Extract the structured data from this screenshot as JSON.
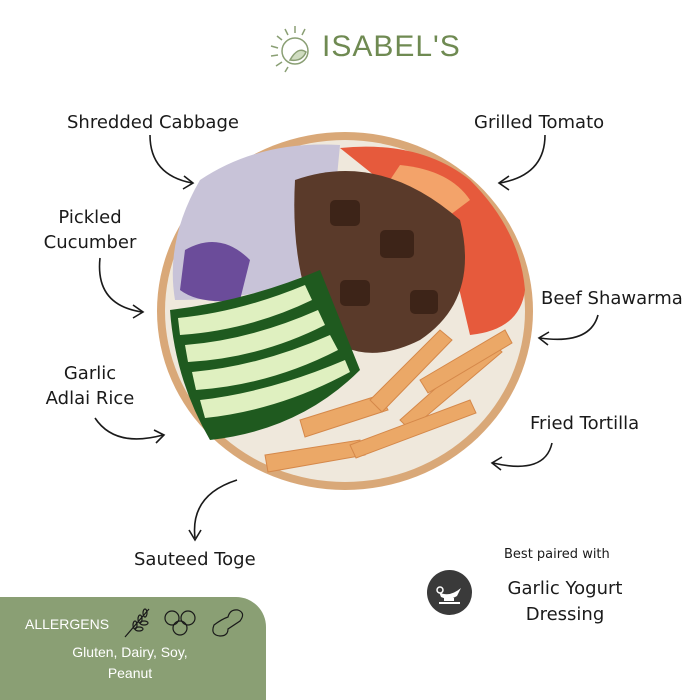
{
  "brand": {
    "name": "ISABEL'S",
    "color": "#6f8a52"
  },
  "ingredients": [
    {
      "label": "Shredded Cabbage"
    },
    {
      "label": "Grilled Tomato"
    },
    {
      "label": "Pickled Cucumber"
    },
    {
      "label": "Beef Shawarma"
    },
    {
      "label": "Garlic Adlai Rice"
    },
    {
      "label": "Fried Tortilla"
    },
    {
      "label": "Sauteed Toge"
    }
  ],
  "pairing": {
    "caption": "Best paired with",
    "name": "Garlic Yogurt Dressing",
    "icon": "gravy-boat-icon"
  },
  "allergens": {
    "title": "ALLERGENS",
    "list": "Gluten, Dairy, Soy, Peanut",
    "icons": [
      "wheat-icon",
      "soybean-icon",
      "peanut-icon"
    ],
    "box_color": "#8a9f74"
  }
}
